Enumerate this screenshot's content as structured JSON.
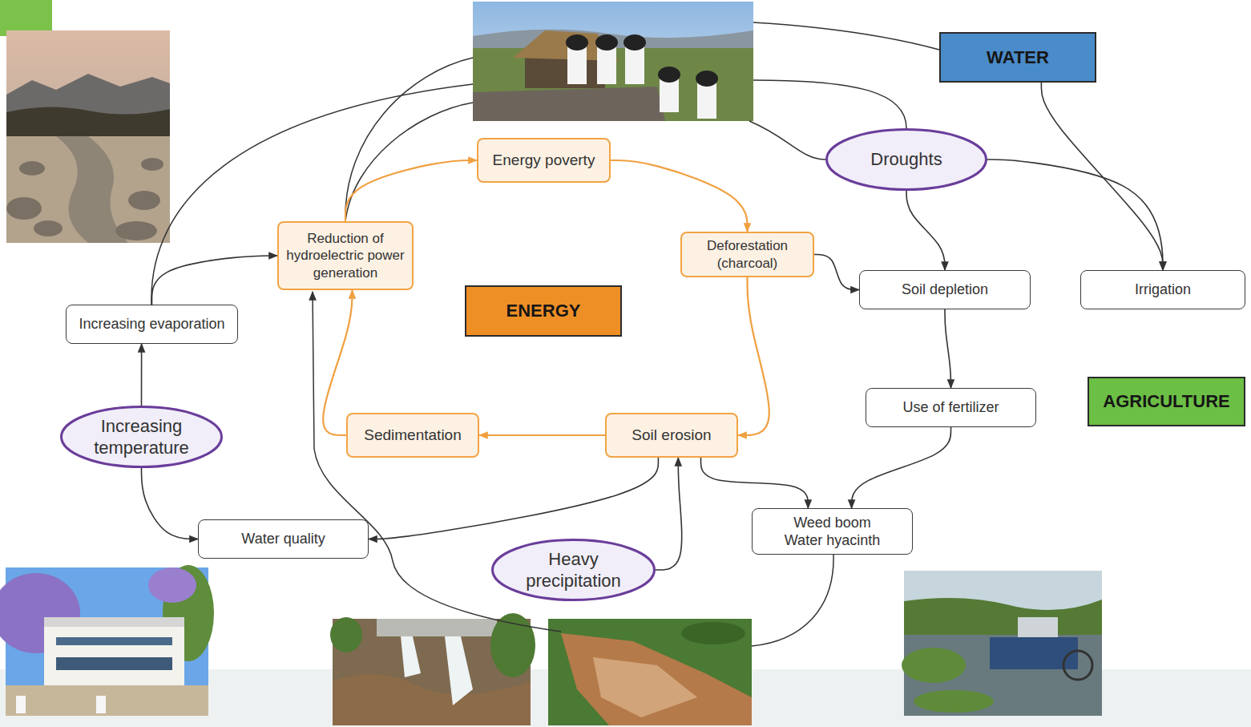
{
  "diagram": {
    "nodes": [
      {
        "text": [
          "WATER"
        ]
      },
      {
        "text": [
          "Droughts"
        ]
      },
      {
        "text": [
          "Energy poverty"
        ]
      },
      {
        "text": [
          "Reduction of hydroelectric power generation"
        ]
      },
      {
        "text": [
          "Deforestation (charcoal)"
        ]
      },
      {
        "text": [
          "Soil depletion"
        ]
      },
      {
        "text": [
          "Irrigation"
        ]
      },
      {
        "text": [
          "ENERGY"
        ]
      },
      {
        "text": [
          "Increasing evaporation"
        ]
      },
      {
        "text": [
          "AGRICULTURE"
        ]
      },
      {
        "text": [
          "Use of fertilizer"
        ]
      },
      {
        "text": [
          "Increasing temperature"
        ]
      },
      {
        "text": [
          "Sedimentation"
        ]
      },
      {
        "text": [
          "Soil erosion"
        ]
      },
      {
        "text": [
          "Weed boom",
          "Water hyacinth"
        ]
      },
      {
        "text": [
          "Water quality"
        ]
      },
      {
        "text": [
          "Heavy precipitation"
        ]
      }
    ],
    "edges": [
      {
        "from": 3,
        "to": 2,
        "arrow": "to"
      },
      {
        "from": 2,
        "to": 4,
        "arrow": "to"
      },
      {
        "from": 4,
        "to": 13,
        "arrow": "to"
      },
      {
        "from": 13,
        "to": 12,
        "arrow": "to"
      },
      {
        "from": 12,
        "to": 3,
        "arrow": "to"
      },
      {
        "from": 11,
        "to": 8,
        "arrow": "to"
      },
      {
        "from": 8,
        "to": 3,
        "arrow": "to"
      },
      {
        "from": 11,
        "to": 15,
        "arrow": "to"
      },
      {
        "from": 13,
        "to": 15,
        "arrow": "to"
      },
      {
        "from": 16,
        "to": 13,
        "arrow": "to"
      },
      {
        "from": 13,
        "to": 14,
        "arrow": "to"
      },
      {
        "from": 10,
        "to": 14,
        "arrow": "to"
      },
      {
        "from": 5,
        "to": 10,
        "arrow": "to"
      },
      {
        "from": 4,
        "to": 5,
        "arrow": "to"
      },
      {
        "from": 1,
        "to": 5,
        "arrow": "to"
      },
      {
        "from": 1,
        "to": 6,
        "arrow": "to"
      },
      {
        "from": 0,
        "to": 6,
        "arrow": "to"
      }
    ]
  }
}
